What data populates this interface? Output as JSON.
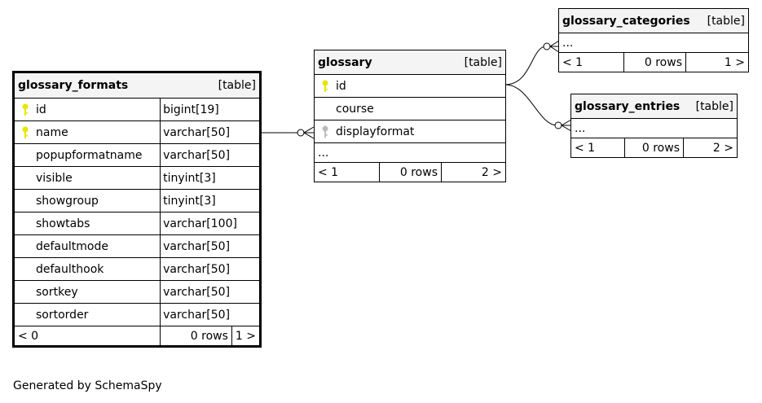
{
  "footer": "Generated by SchemaSpy",
  "colors": {
    "header_bg": "#f4f4f4",
    "primary_key": "#e6e600",
    "foreign_key": "#bbbbbb"
  },
  "tables": {
    "glossary_formats": {
      "name": "glossary_formats",
      "kind": "[table]",
      "columns": [
        {
          "name": "id",
          "type": "bigint[19]",
          "key": "primary"
        },
        {
          "name": "name",
          "type": "varchar[50]",
          "key": "primary"
        },
        {
          "name": "popupformatname",
          "type": "varchar[50]",
          "key": ""
        },
        {
          "name": "visible",
          "type": "tinyint[3]",
          "key": ""
        },
        {
          "name": "showgroup",
          "type": "tinyint[3]",
          "key": ""
        },
        {
          "name": "showtabs",
          "type": "varchar[100]",
          "key": ""
        },
        {
          "name": "defaultmode",
          "type": "varchar[50]",
          "key": ""
        },
        {
          "name": "defaulthook",
          "type": "varchar[50]",
          "key": ""
        },
        {
          "name": "sortkey",
          "type": "varchar[50]",
          "key": ""
        },
        {
          "name": "sortorder",
          "type": "varchar[50]",
          "key": ""
        }
      ],
      "footer": {
        "parents": "< 0",
        "rows": "0 rows",
        "children": "1 >"
      }
    },
    "glossary": {
      "name": "glossary",
      "kind": "[table]",
      "columns": [
        {
          "name": "id",
          "key": "primary"
        },
        {
          "name": "course",
          "key": ""
        },
        {
          "name": "displayformat",
          "key": "foreign"
        }
      ],
      "more": "...",
      "footer": {
        "parents": "< 1",
        "rows": "0 rows",
        "children": "2 >"
      }
    },
    "glossary_categories": {
      "name": "glossary_categories",
      "kind": "[table]",
      "more": "...",
      "footer": {
        "parents": "< 1",
        "rows": "0 rows",
        "children": "1 >"
      }
    },
    "glossary_entries": {
      "name": "glossary_entries",
      "kind": "[table]",
      "more": "...",
      "footer": {
        "parents": "< 1",
        "rows": "0 rows",
        "children": "2 >"
      }
    }
  }
}
